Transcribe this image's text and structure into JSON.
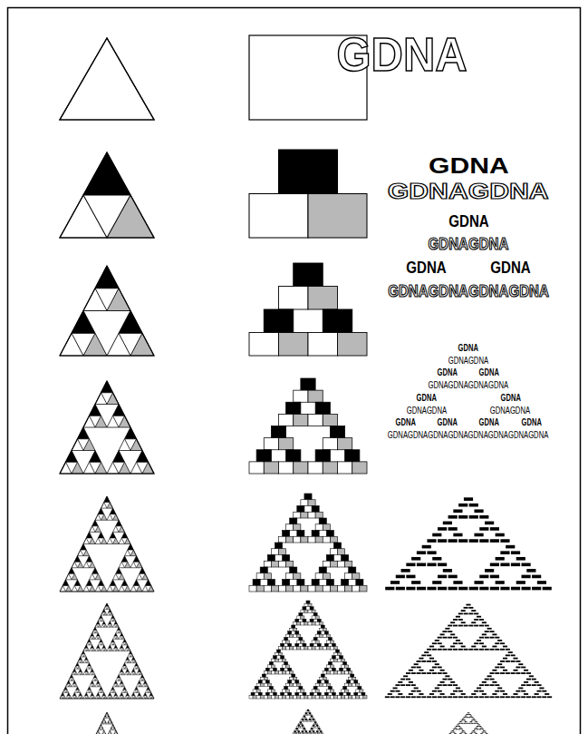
{
  "diagram": {
    "labels": [
      "GDNA",
      "GDNA",
      "GDNAGDNA",
      "GDNA",
      "GDNAGDNA",
      "GDNA",
      "GDNA",
      "GDNAGDNAGDNAGDNA",
      "GDNA",
      "GDNAGDNA",
      "GDNA",
      "GDNA",
      "GDNAGDNAGDNAGDNA",
      "GDNA",
      "GDNA",
      "GDNAGDNA",
      "GDNAGDNA",
      "GDNA",
      "GDNA",
      "GDNA",
      "GDNA",
      "GDNAGDNAGDNAGDNAGDNAGDNAGDNAGDNA"
    ]
  }
}
